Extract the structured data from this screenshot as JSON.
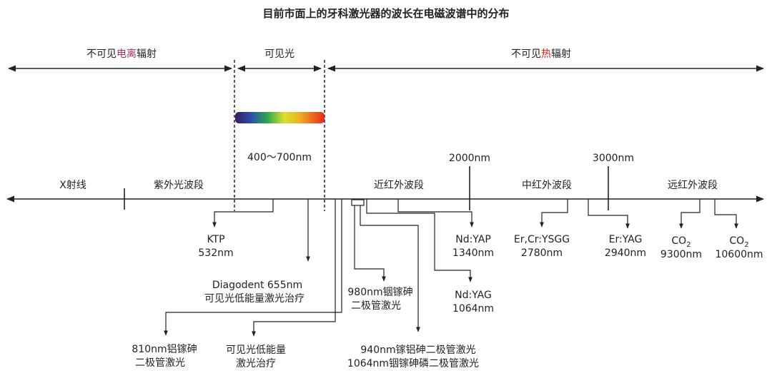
{
  "title": "目前市面上的牙科激光器的波长在电磁波谱中的分布",
  "regions": {
    "ionizing": {
      "prefix": "不可见",
      "highlight": "电离",
      "suffix": "辐射"
    },
    "visible": "可见光",
    "thermal": {
      "prefix": "不可见",
      "highlight": "热",
      "suffix": "辐射"
    }
  },
  "visible_range": "400～700nm",
  "bands": {
    "xray": "X射线",
    "uv": "紫外光波段",
    "nir": "近红外波段",
    "mir": "中红外波段",
    "fir": "远红外波段"
  },
  "markers": {
    "m2000": "2000nm",
    "m3000": "3000nm"
  },
  "lasers": {
    "ktp": [
      "KTP",
      "532nm"
    ],
    "diagodent": [
      "Diagodent 655nm",
      "可见光低能量激光治疗"
    ],
    "al810": [
      "810nm铝镓砷",
      "二极管激光"
    ],
    "lowlevel": [
      "可见光低能量",
      "激光治疗"
    ],
    "in980": [
      "980nm铟镓砷",
      "二极管激光"
    ],
    "diode940": [
      "940nm镓铝砷二极管激光",
      "1064nm铟镓砷磷二极管激光"
    ],
    "ndyag": [
      "Nd:YAG",
      "1064nm"
    ],
    "ndyap": [
      "Nd:YAP",
      "1340nm"
    ],
    "ysgg": [
      "Er,Cr:YSGG",
      "2780nm"
    ],
    "eryag": [
      "Er:YAG",
      "2940nm"
    ],
    "co2a": {
      "main": "CO",
      "sub": "2",
      "wl": "9300nm"
    },
    "co2b": {
      "main": "CO",
      "sub": "2",
      "wl": "10600nm"
    }
  },
  "colors": {
    "highlight_purple": "#a0306f",
    "highlight_red": "#e02020"
  }
}
